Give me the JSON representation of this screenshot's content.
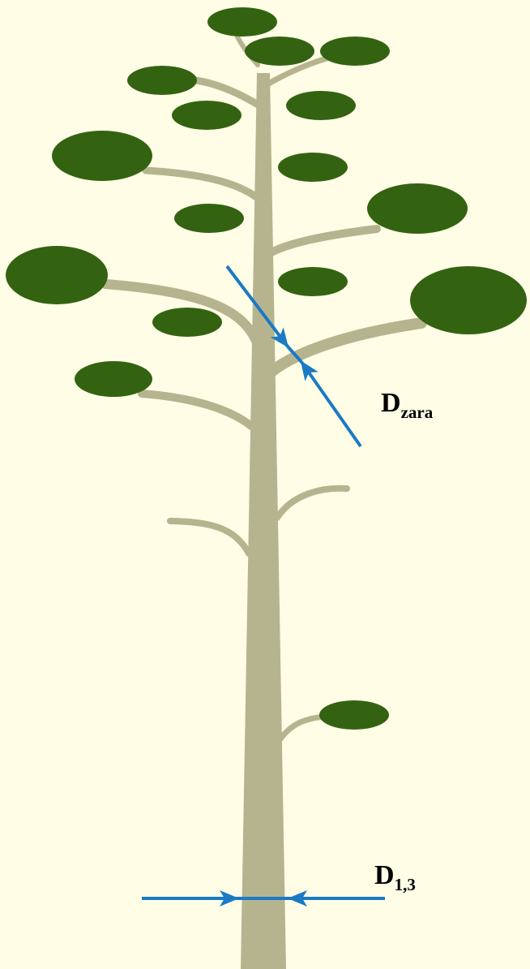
{
  "diagram": {
    "colors": {
      "background": "#fffde6",
      "trunk": "#b6b48f",
      "foliage": "#336311",
      "arrow": "#1a7ac4",
      "text": "#000000"
    },
    "labels": {
      "crown_diameter": {
        "main": "D",
        "sub": "zara"
      },
      "breast_height_diameter": {
        "main": "D",
        "sub": "1,3"
      }
    }
  }
}
